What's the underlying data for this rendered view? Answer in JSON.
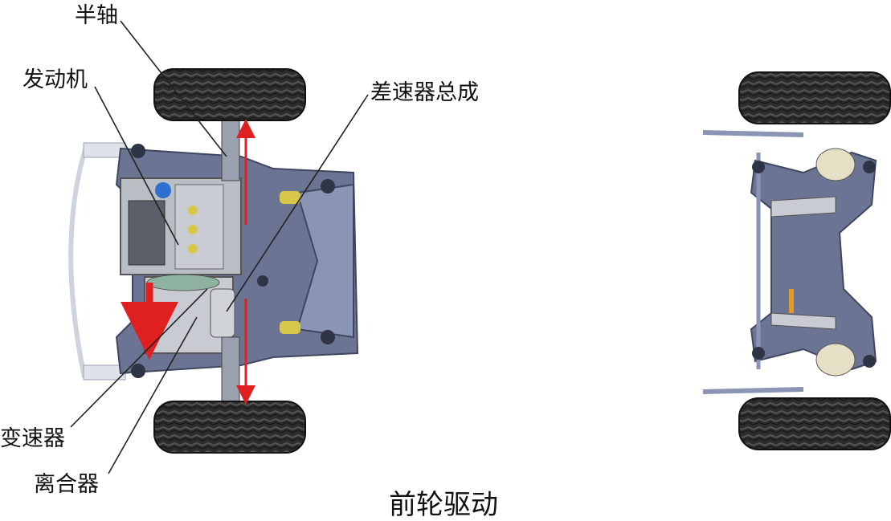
{
  "labels": {
    "half_shaft": "半轴",
    "engine": "发动机",
    "differential": "差速器总成",
    "transmission": "变速器",
    "clutch": "离合器"
  },
  "caption": "前轮驱动",
  "colors": {
    "frame": "#5e6a8a",
    "frame_light": "#8a94b4",
    "tire": "#2a2a2a",
    "arrow": "#e02020",
    "leader": "#222222",
    "engine_metal": "#b8bcc2"
  }
}
